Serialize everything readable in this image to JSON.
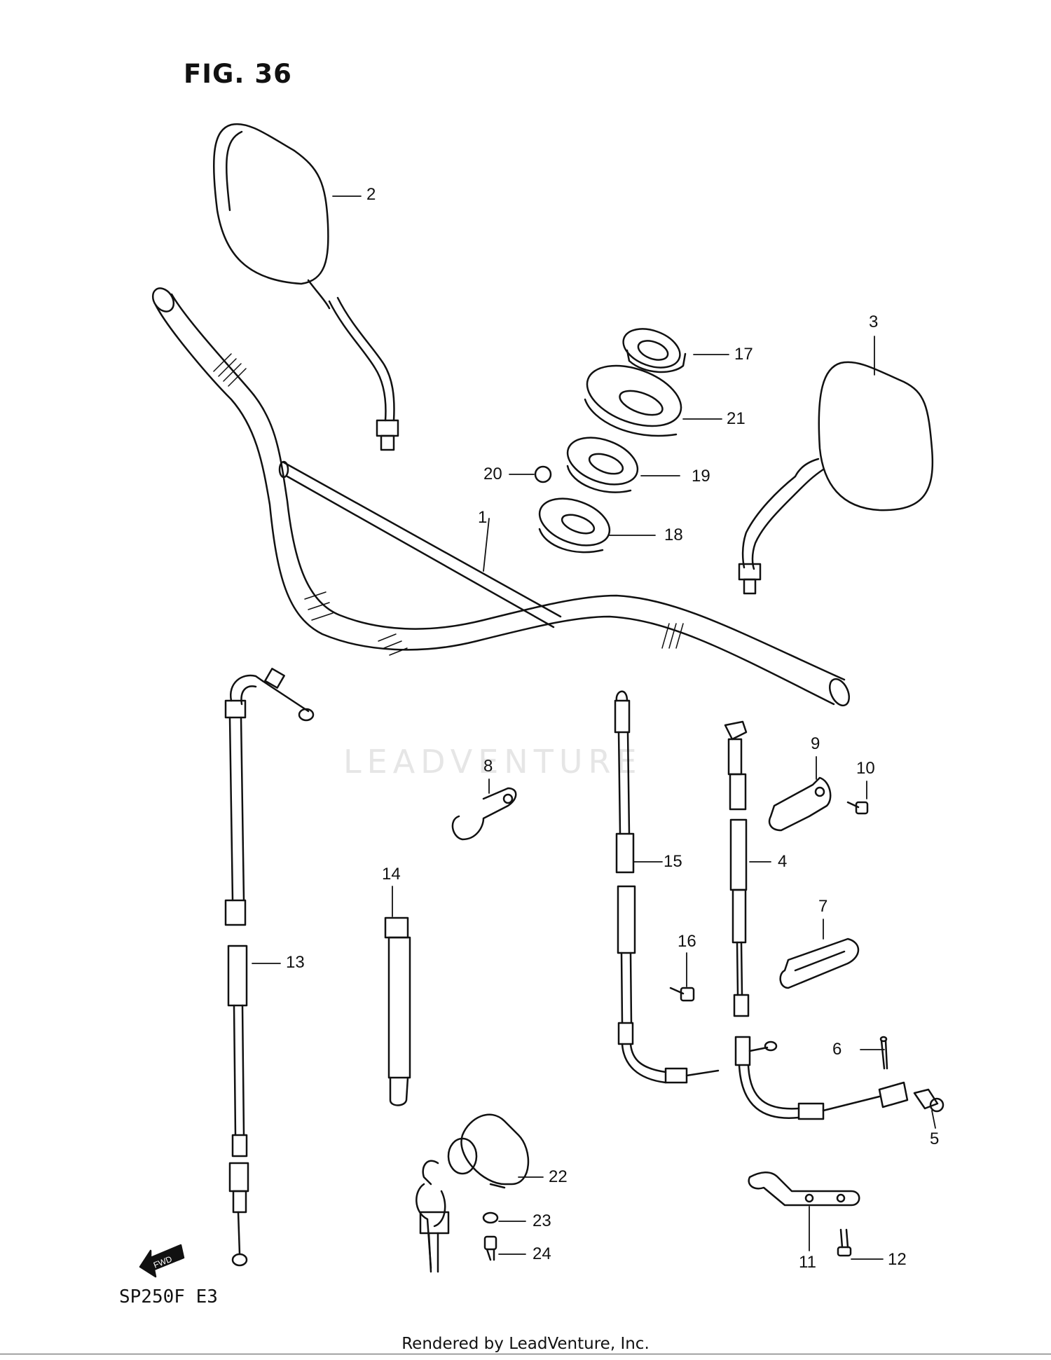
{
  "figure_title": "FIG. 36",
  "model_code": "SP250F E3",
  "footer_text": "Rendered by LeadVenture, Inc.",
  "watermark": "LEADVENTURE",
  "fwd_marker": "FWD",
  "callouts": [
    {
      "id": "1",
      "label": "1"
    },
    {
      "id": "2",
      "label": "2"
    },
    {
      "id": "3",
      "label": "3"
    },
    {
      "id": "4",
      "label": "4"
    },
    {
      "id": "5",
      "label": "5"
    },
    {
      "id": "6",
      "label": "6"
    },
    {
      "id": "7",
      "label": "7"
    },
    {
      "id": "8",
      "label": "8"
    },
    {
      "id": "9",
      "label": "9"
    },
    {
      "id": "10",
      "label": "10"
    },
    {
      "id": "11",
      "label": "11"
    },
    {
      "id": "12",
      "label": "12"
    },
    {
      "id": "13",
      "label": "13"
    },
    {
      "id": "14",
      "label": "14"
    },
    {
      "id": "15",
      "label": "15"
    },
    {
      "id": "16",
      "label": "16"
    },
    {
      "id": "17",
      "label": "17"
    },
    {
      "id": "18",
      "label": "18"
    },
    {
      "id": "19",
      "label": "19"
    },
    {
      "id": "20",
      "label": "20"
    },
    {
      "id": "21",
      "label": "21"
    },
    {
      "id": "22",
      "label": "22"
    },
    {
      "id": "23",
      "label": "23"
    },
    {
      "id": "24",
      "label": "24"
    }
  ]
}
